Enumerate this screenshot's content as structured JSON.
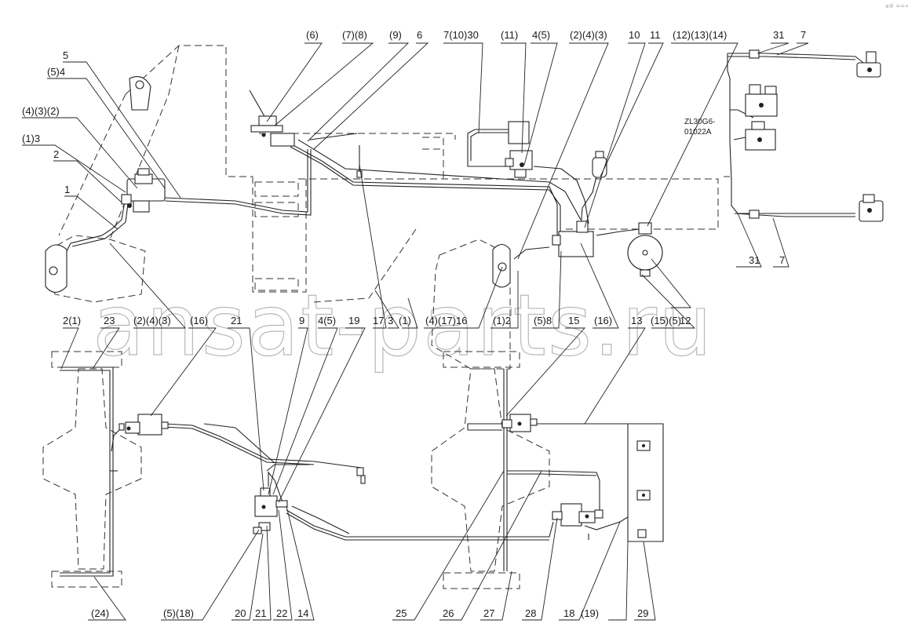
{
  "drawing": {
    "code": [
      "ZL30G6-",
      "01022A"
    ],
    "watermark": "ansat-parts.ru",
    "corner_mark": "a® ===",
    "callouts_top": [
      "5",
      "(5)4",
      "(4)(3)(2)",
      "(1)3",
      "2",
      "1",
      "(6)",
      "(7)(8)",
      "(9)",
      "6",
      "7(10)30",
      "(11)",
      "4(5)",
      "(2)(4)(3)",
      "10",
      "11",
      "(12)(13)(14)",
      "31",
      "7",
      "31",
      "7",
      "12"
    ],
    "callouts_mid": [
      "2(1)",
      "23",
      "(2)(4)(3)",
      "(16)",
      "21",
      "9",
      "4(5)",
      "19",
      "17",
      "3",
      "(1)",
      "(4)(17)16",
      "(1)2",
      "(5)8",
      "15",
      "(16)",
      "13",
      "(15)(5)"
    ],
    "callouts_bottom": [
      "(24)",
      "(5)(18)",
      "20",
      "21",
      "22",
      "14",
      "25",
      "26",
      "27",
      "28",
      "18",
      "(19)",
      "29"
    ]
  }
}
